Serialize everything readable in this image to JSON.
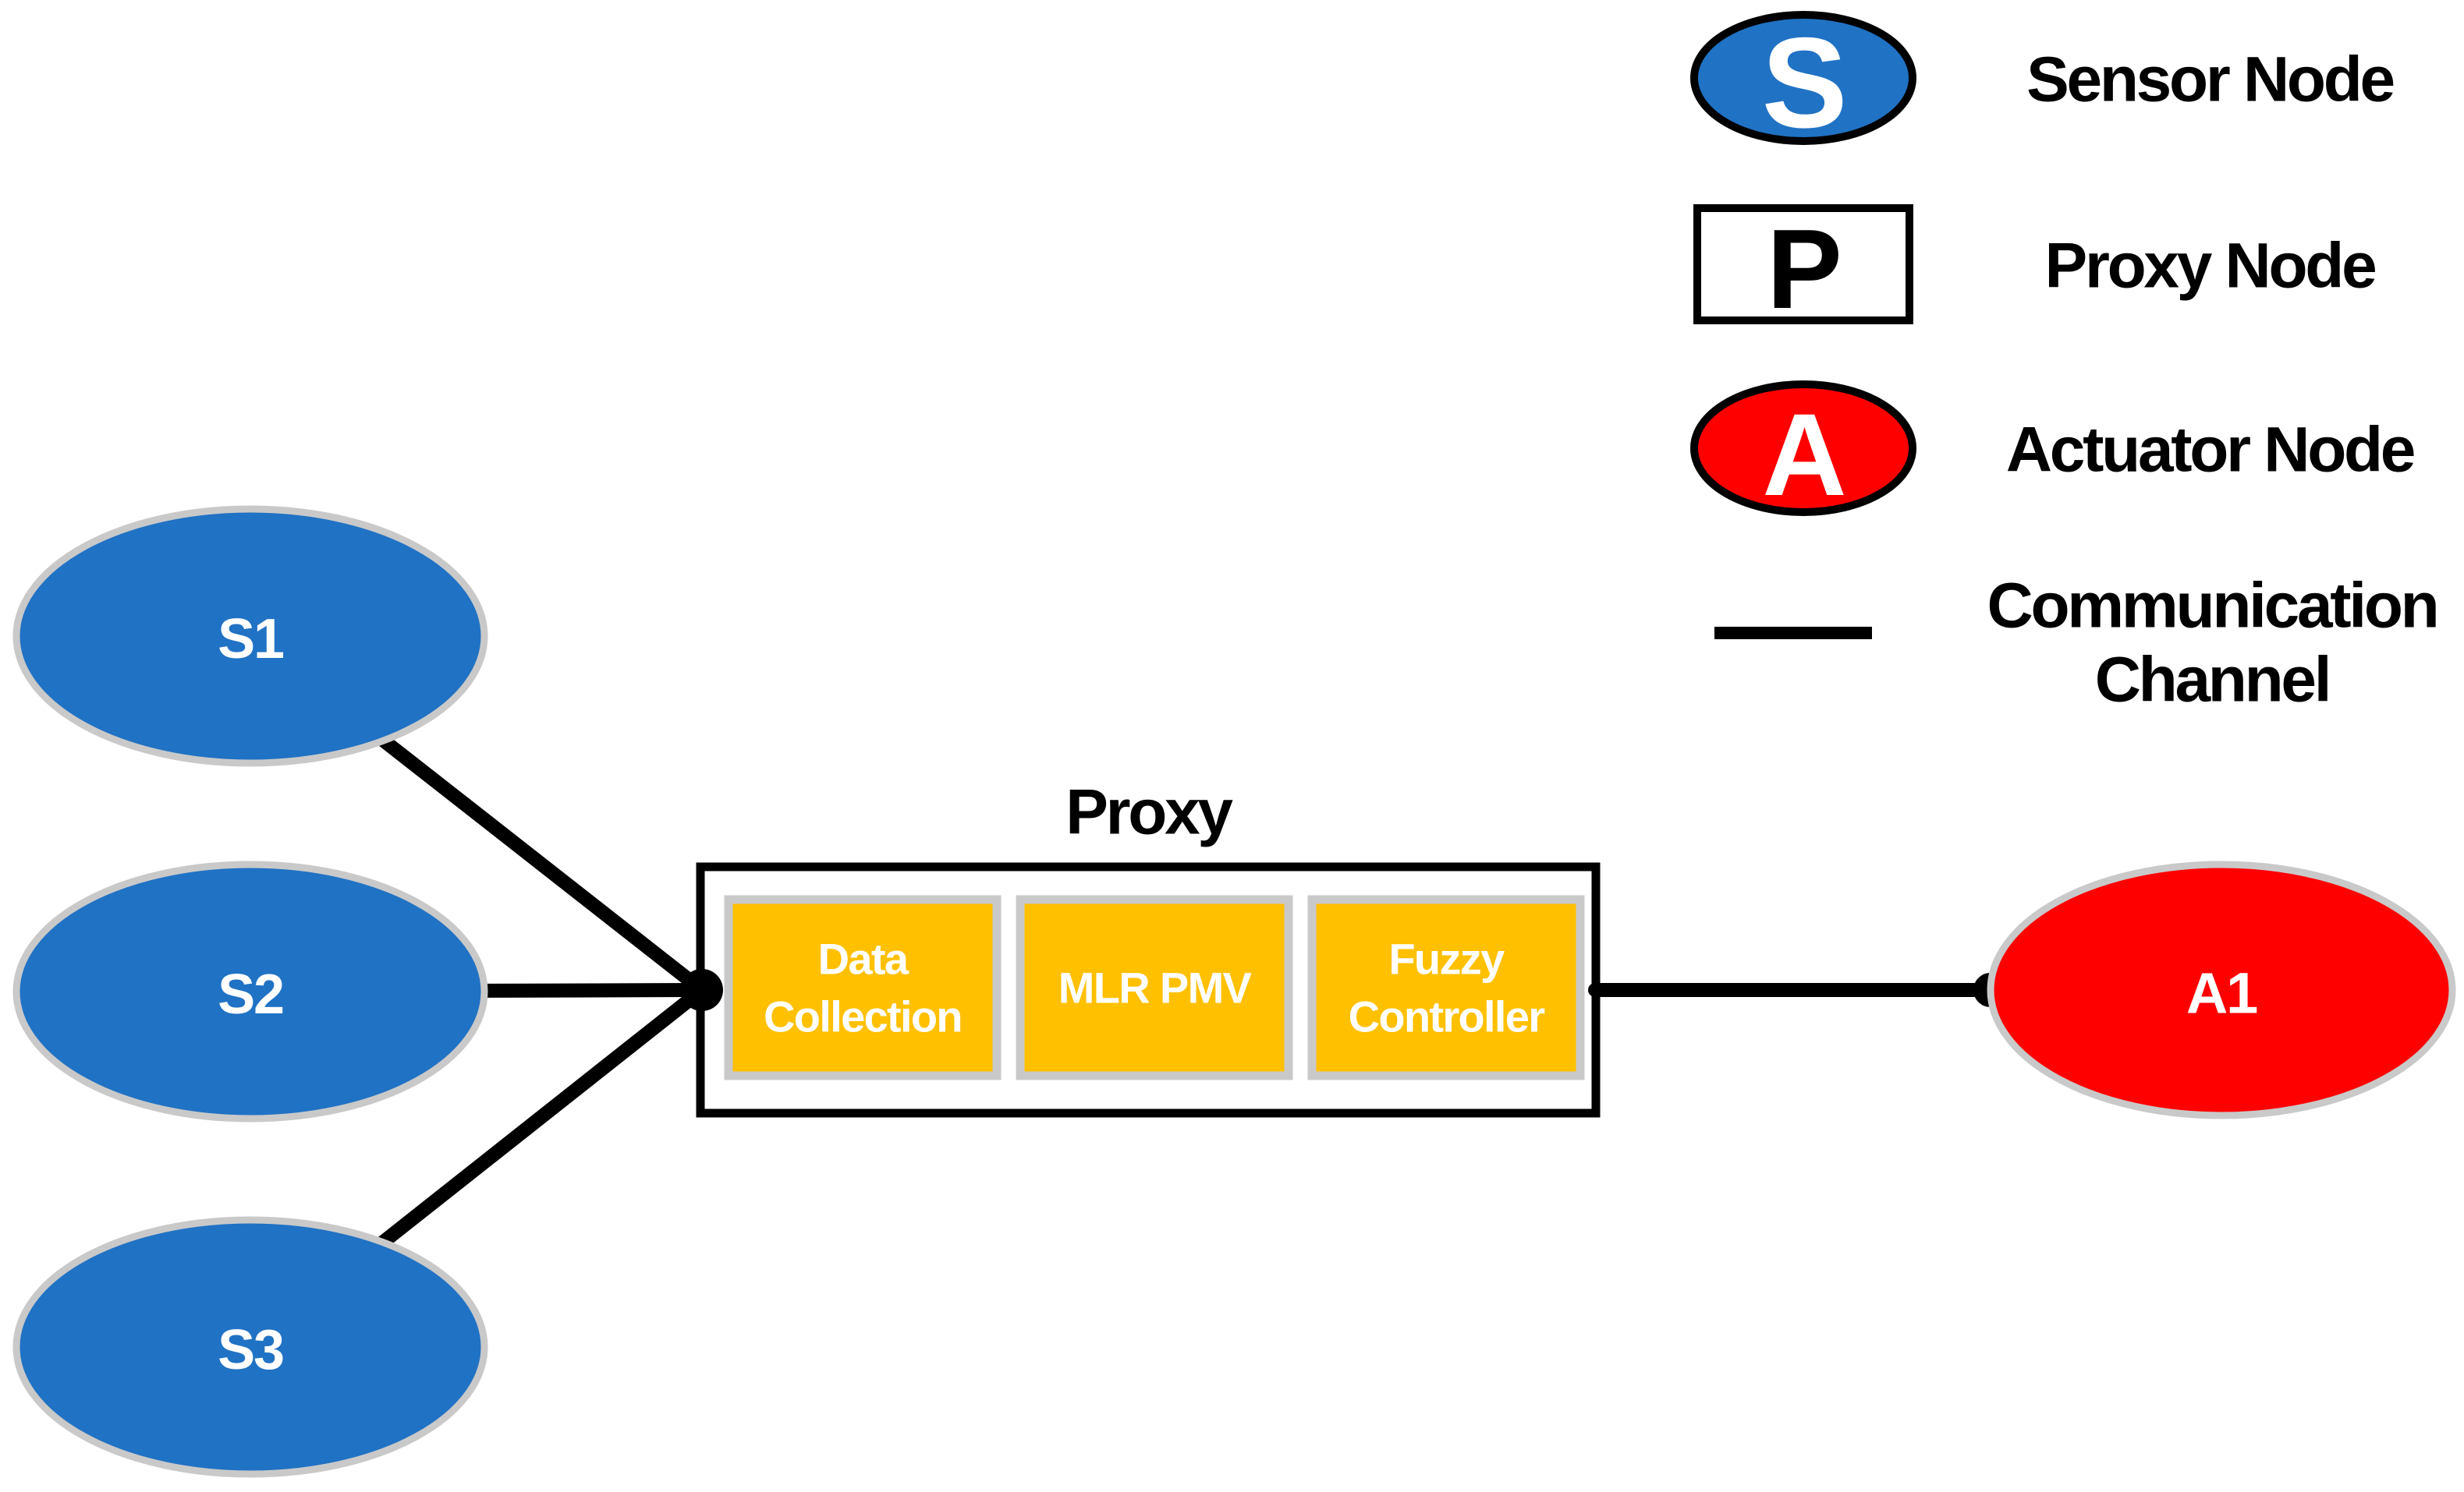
{
  "colors": {
    "sensor_fill": "#2072C4",
    "actuator_fill": "#FF0000",
    "module_fill": "#FFC000",
    "node_border": "#C9C9C9",
    "channel_color": "#000000"
  },
  "nodes": {
    "sensors": [
      {
        "label": "S1"
      },
      {
        "label": "S2"
      },
      {
        "label": "S3"
      }
    ],
    "actuator": {
      "label": "A1"
    }
  },
  "proxy": {
    "title": "Proxy",
    "modules": [
      {
        "lines": [
          "Data",
          "Collection"
        ]
      },
      {
        "lines": [
          "MLR PMV"
        ]
      },
      {
        "lines": [
          "Fuzzy",
          "Controller"
        ]
      }
    ]
  },
  "legend": {
    "sensor": {
      "symbol": "S",
      "label": "Sensor Node"
    },
    "proxy": {
      "symbol": "P",
      "label": "Proxy Node"
    },
    "actuator": {
      "symbol": "A",
      "label": "Actuator Node"
    },
    "channel": {
      "label_lines": [
        "Communication",
        "Channel"
      ]
    }
  }
}
